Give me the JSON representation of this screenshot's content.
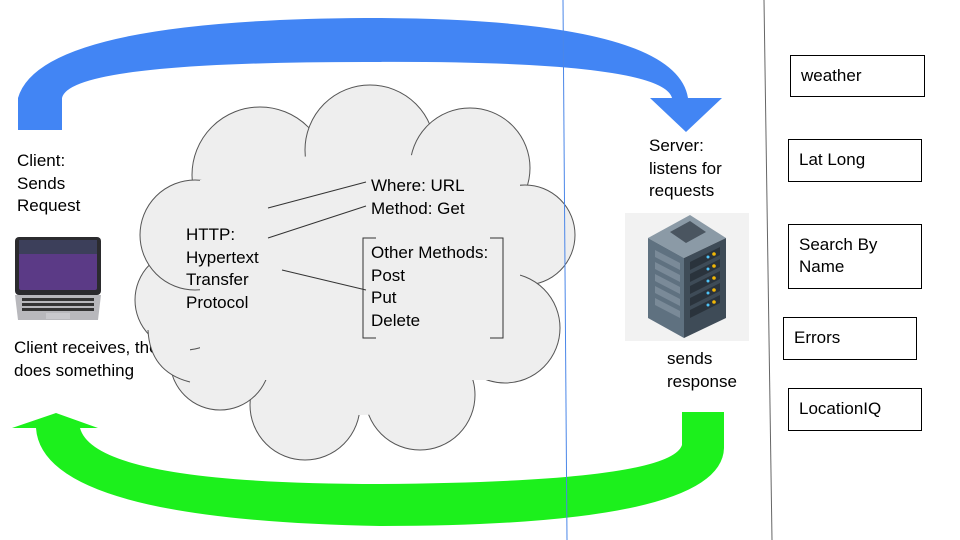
{
  "client": {
    "sends_label": "Client:\nSends\nRequest",
    "receives_label": "Client receives, then\ndoes something"
  },
  "server": {
    "listens_label": "Server:\nlistens for\nrequests",
    "sends_label": "sends\nresponse"
  },
  "cloud": {
    "http_label": "HTTP:\nHypertext\nTransfer\nProtocol",
    "where_label": "Where: URL",
    "method_label": "Method: Get",
    "other_methods": "Other Methods:\nPost\nPut\nDelete"
  },
  "sidebar": {
    "items": [
      "weather",
      "Lat Long",
      "Search By\nName",
      "Errors",
      "LocationIQ"
    ]
  },
  "colors": {
    "request_arrow": "#4285f4",
    "response_arrow": "#1cf01c",
    "cloud_fill": "#eeeeee",
    "divider_blue": "#4a86e8"
  }
}
